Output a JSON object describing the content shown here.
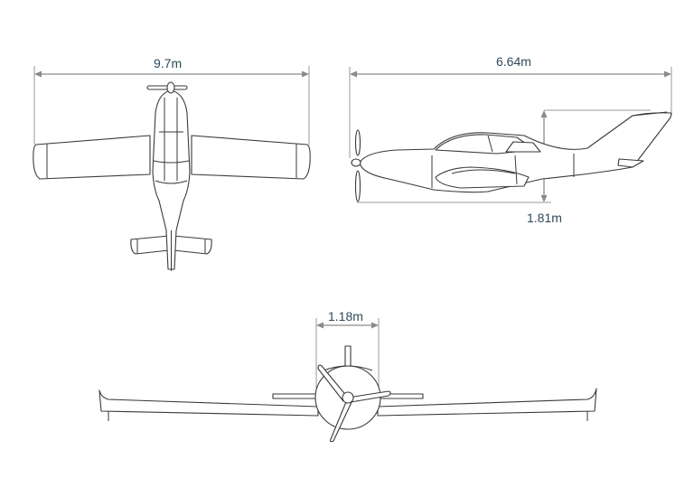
{
  "dimensions": {
    "wingspan": "9.7m",
    "length": "6.64m",
    "height": "1.81m",
    "wheel_track": "1.18m"
  },
  "colors": {
    "outline": "#3a3a3a",
    "dimension_line": "#8a8a8a",
    "label_text": "#2f4858",
    "background": "#ffffff"
  }
}
